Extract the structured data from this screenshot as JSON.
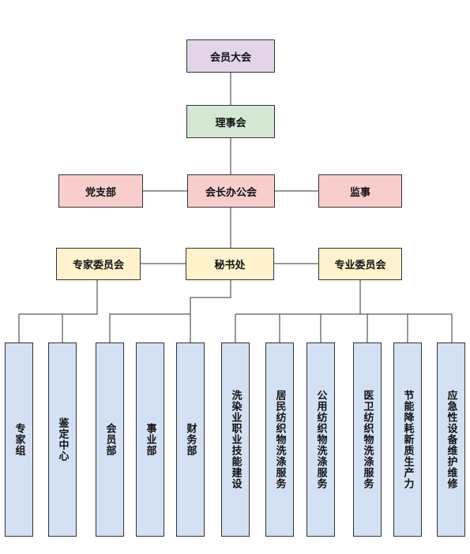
{
  "top": {
    "assembly": "会员大会",
    "council": "理事会",
    "president_office": "会长办公会",
    "party_branch": "党支部",
    "supervisor": "监事"
  },
  "middle": {
    "expert_committee": "专家委员会",
    "secretariat": "秘书处",
    "professional_committee": "专业委员会"
  },
  "expert_units": [
    "专家组",
    "鉴定中心"
  ],
  "secretariat_units": [
    "会员部",
    "事业部",
    "财务部"
  ],
  "professional_units": [
    "洗染业职业技能建设",
    "居民纺织物洗涤服务",
    "公用纺织物洗涤服务",
    "医卫纺织物洗涤服务",
    "节能降耗新质生产力",
    "应急性设备维护维修"
  ],
  "colors": {
    "purple": "#e1d5e7",
    "green": "#d5e8d4",
    "red": "#f8cecc",
    "yellow": "#fff2cc",
    "blue": "#d4e1f5"
  }
}
